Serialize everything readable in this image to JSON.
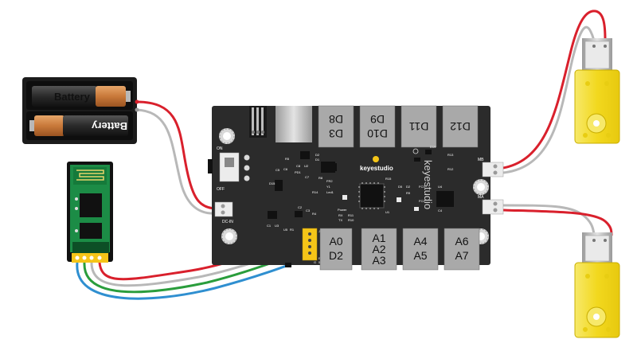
{
  "battery": {
    "top_label": "Battery",
    "bottom_label": "Battery"
  },
  "board": {
    "brand": "keyestudio",
    "brand_mirrored": "keyestudio",
    "switch_on": "ON",
    "switch_off": "OFF",
    "dc_in": "DC-IN",
    "motor_b": "MB",
    "motor_a": "MA",
    "top_pins": [
      {
        "line1": "D3",
        "line2": "D8"
      },
      {
        "line1": "D10",
        "line2": "D9"
      },
      {
        "line1": "D11",
        "line2": ""
      },
      {
        "line1": "D12",
        "line2": ""
      }
    ],
    "bottom_pins": [
      {
        "line1": "A0",
        "line2": "D2",
        "line3": ""
      },
      {
        "line1": "A1",
        "line2": "A2",
        "line3": "A3"
      },
      {
        "line1": "A4",
        "line2": "A5",
        "line3": ""
      },
      {
        "line1": "A6",
        "line2": "A7",
        "line3": ""
      }
    ],
    "silk": {
      "d2": "D2",
      "d1": "D1",
      "r5": "R5",
      "c6": "C6",
      "c5": "C5",
      "d15": "D15",
      "pd1": "PD1",
      "c7": "C7",
      "r8": "R8",
      "fr2": "FR2",
      "y1": "Y1",
      "rx": "RX",
      "tx": "TX",
      "power": "Power",
      "led": "Led1",
      "u1": "U1",
      "c1": "C1",
      "u3": "U3",
      "c4": "C4",
      "u4": "U4",
      "r13": "R13",
      "r12": "R12",
      "d19": "D19",
      "r14": "R14",
      "r11": "R11",
      "r10": "R10",
      "r9": "R9",
      "d2b": "D2",
      "fc3": "FC3",
      "c2": "C2",
      "c3": "C3",
      "r4": "R4",
      "r15": "R15",
      "d5": "D5",
      "fc2": "FC2",
      "u2": "U2",
      "c8": "C8",
      "u5": "U5",
      "r1": "R1",
      "j5": "J5",
      "pin_e": "E",
      "pin_g": "G",
      "pin_5": "5"
    }
  },
  "colors": {
    "board": "#2b2b2b",
    "pin_block": "#a9a9a9",
    "wire_red": "#d9202c",
    "wire_gray": "#b8b8b8",
    "wire_green": "#2a9d3c",
    "wire_blue": "#2f8fd0",
    "motor_yellow": "#f2de2a",
    "bt_module": "#1c8c46",
    "header_yellow": "#f5c518"
  }
}
